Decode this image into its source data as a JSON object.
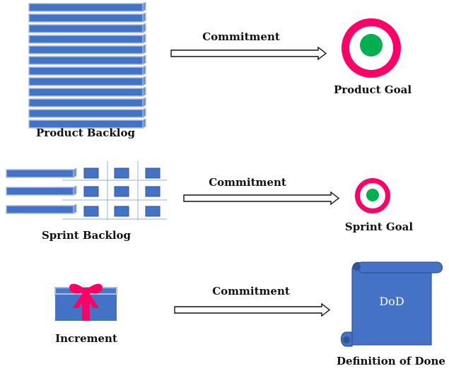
{
  "rows": [
    {
      "artifact_label": "Product Backlog",
      "arrow_label": "Commitment",
      "goal_label": "Product Goal"
    },
    {
      "artifact_label": "Sprint Backlog",
      "arrow_label": "Commitment",
      "goal_label": "Sprint Goal"
    },
    {
      "artifact_label": "Increment",
      "arrow_label": "Commitment",
      "goal_label": "Definition of Done",
      "scroll_text": "DoD"
    }
  ],
  "colors": {
    "artifact_blue": "#4472c4",
    "artifact_border": "#a9bde3",
    "target_ring": "#ff0066",
    "target_center": "#00b050",
    "gift_ribbon": "#ff0066",
    "text": "#111111"
  },
  "icons": [
    "backlog-stack-icon",
    "sprint-board-icon",
    "gift-box-icon",
    "target-icon",
    "scroll-icon",
    "arrow-right-icon"
  ]
}
